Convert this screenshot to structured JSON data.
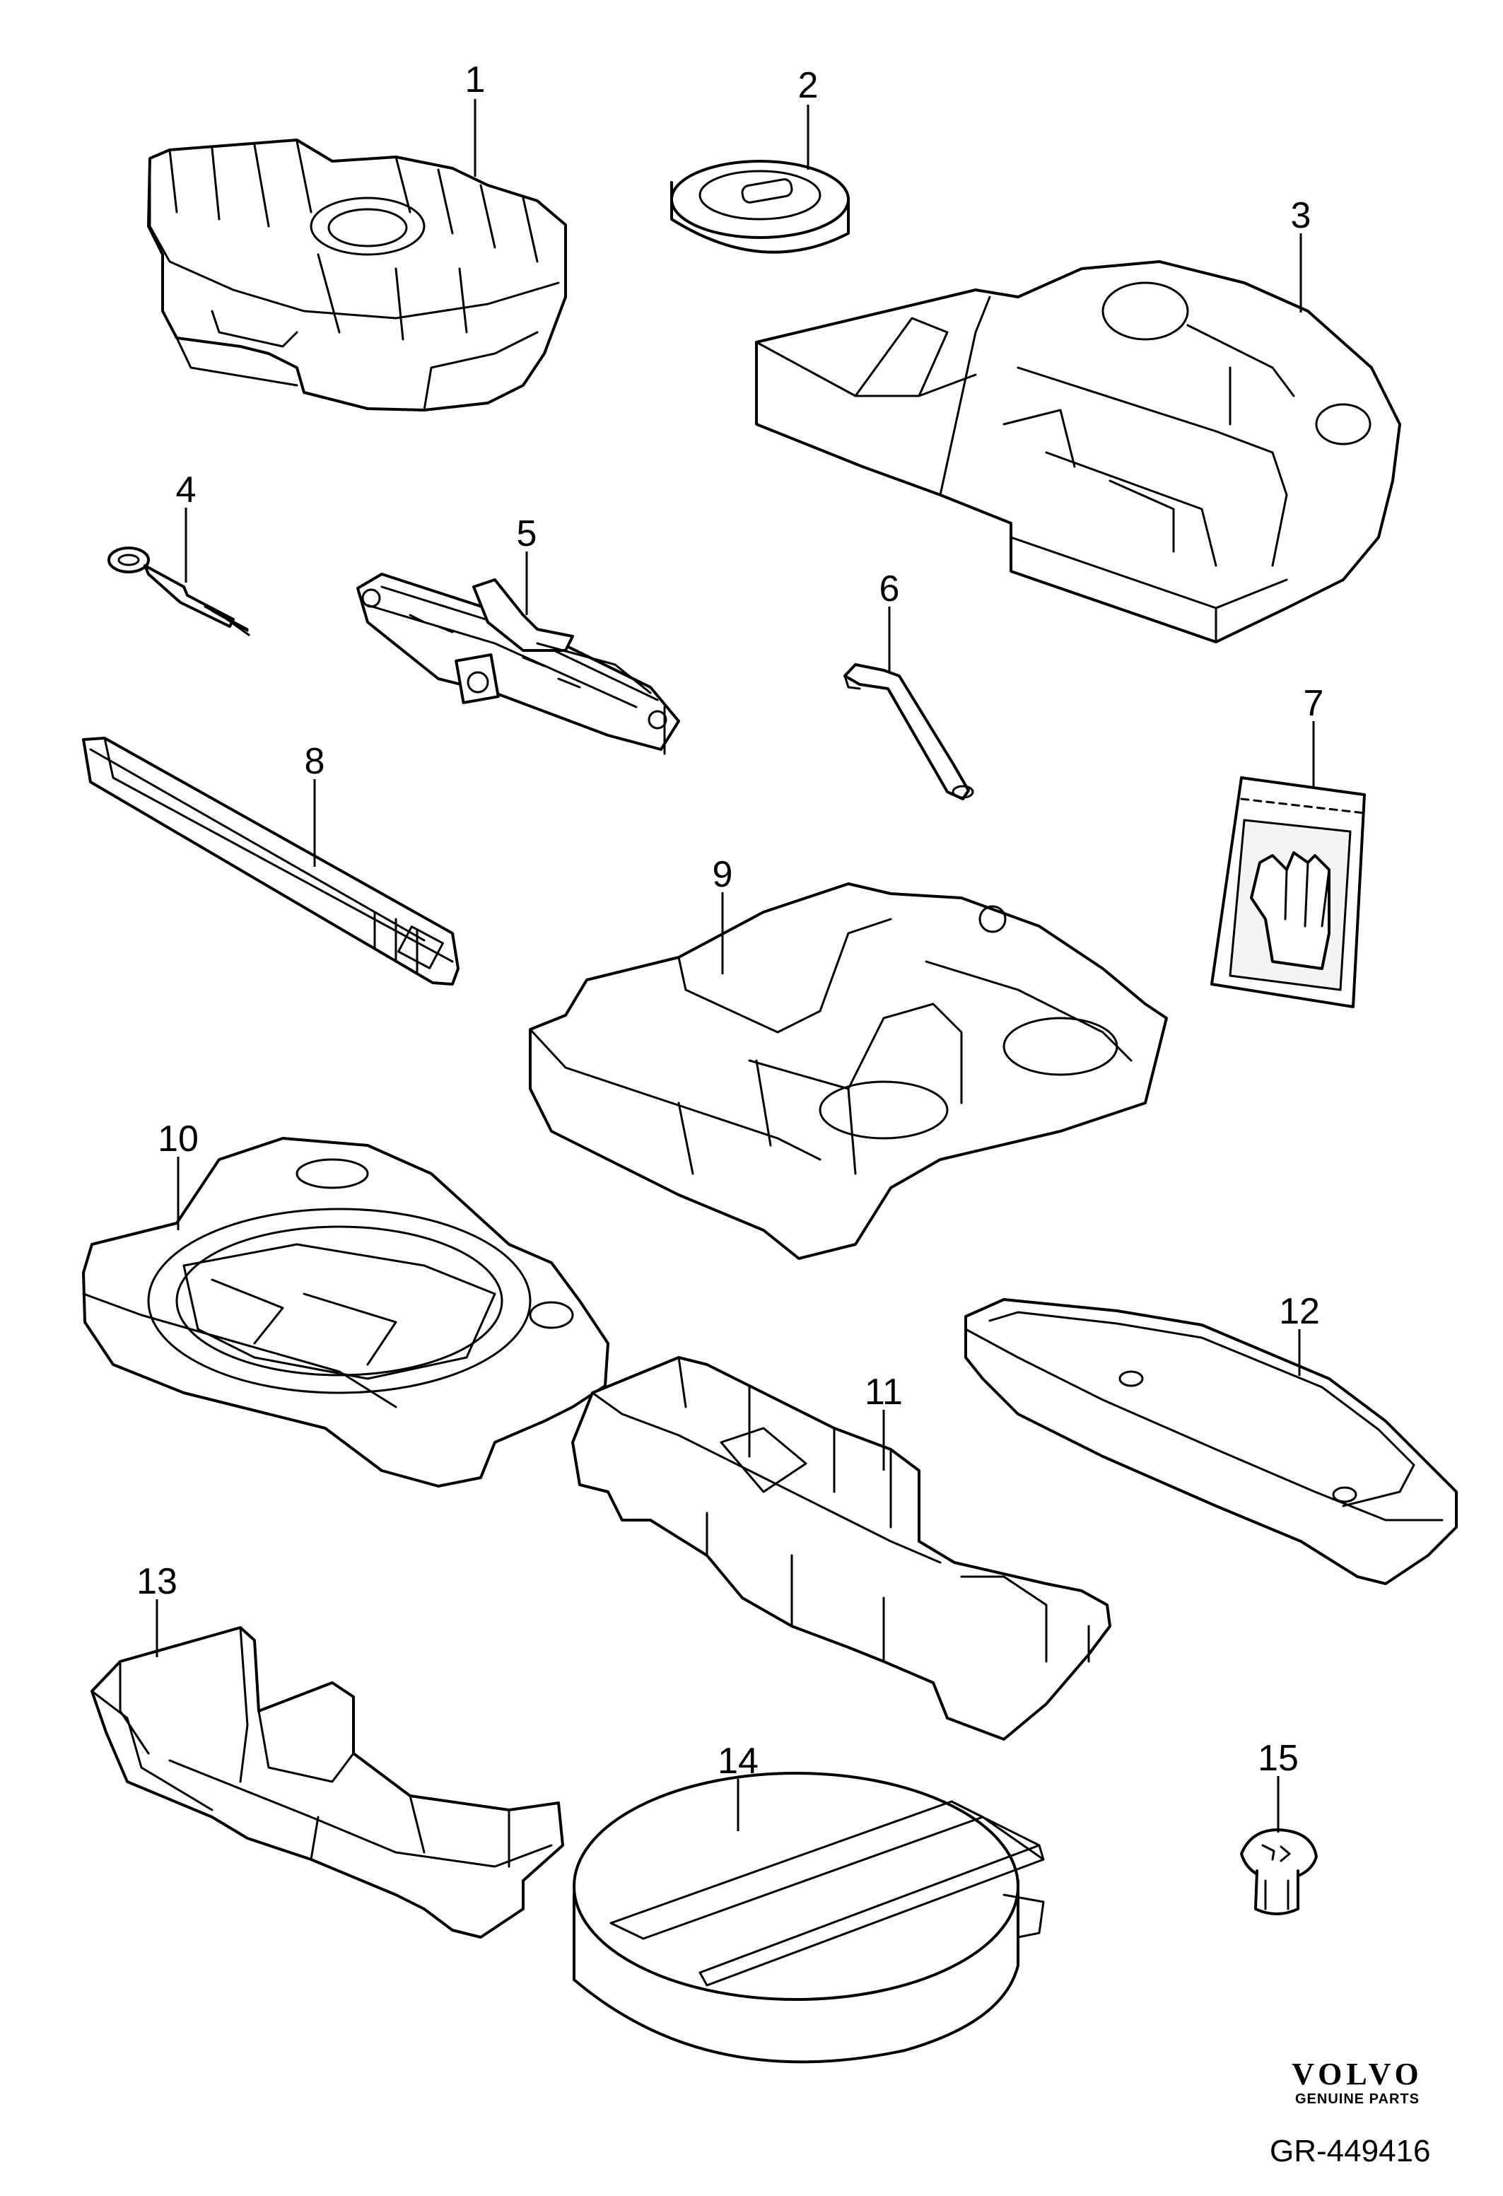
{
  "diagram": {
    "parts": [
      {
        "number": "1"
      },
      {
        "number": "2"
      },
      {
        "number": "3"
      },
      {
        "number": "4"
      },
      {
        "number": "5"
      },
      {
        "number": "6"
      },
      {
        "number": "7"
      },
      {
        "number": "8"
      },
      {
        "number": "9"
      },
      {
        "number": "10"
      },
      {
        "number": "11"
      },
      {
        "number": "12"
      },
      {
        "number": "13"
      },
      {
        "number": "14"
      },
      {
        "number": "15"
      }
    ]
  },
  "brand": {
    "name": "VOLVO",
    "tagline": "GENUINE PARTS"
  },
  "reference": "GR-449416"
}
